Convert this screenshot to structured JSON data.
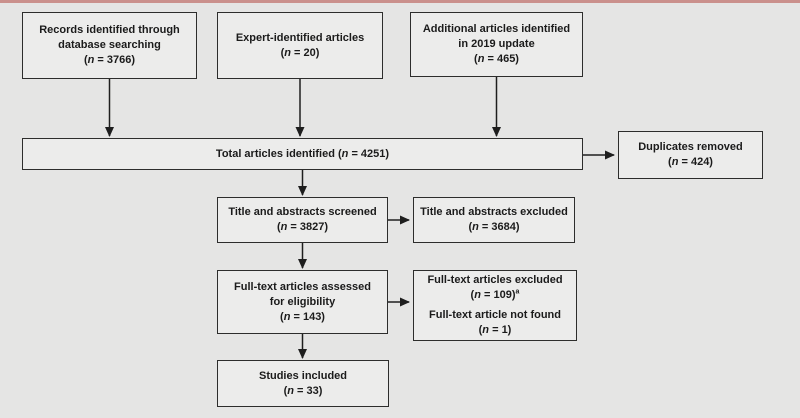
{
  "page": {
    "background_color": "#e5e5e4",
    "accent_bar_color": "#ca908c",
    "box_fill_color": "#ececeb",
    "box_border_color": "#2d2d2c",
    "arrow_color": "#1e1e1e"
  },
  "diagram": {
    "boxes": {
      "records": {
        "lines": [
          "Records identified through",
          "database searching"
        ],
        "n": "(n = 3766)"
      },
      "expert": {
        "lines": [
          "Expert-identified articles"
        ],
        "n": "(n = 20)"
      },
      "update": {
        "lines": [
          "Additional articles identified",
          "in 2019 update"
        ],
        "n": "(n = 465)"
      },
      "total": {
        "label": "Total articles identified",
        "n": "(n = 4251)"
      },
      "duplicates": {
        "lines": [
          "Duplicates removed"
        ],
        "n": "(n = 424)"
      },
      "screened": {
        "lines": [
          "Title and abstracts screened"
        ],
        "n": "(n = 3827)"
      },
      "title_excluded": {
        "lines": [
          "Title and abstracts excluded"
        ],
        "n": "(n = 3684)"
      },
      "assessed": {
        "lines": [
          "Full-text articles assessed",
          "for eligibility"
        ],
        "n": "(n = 143)"
      },
      "fulltext_excluded": {
        "entries": [
          {
            "line": "Full-text articles excluded",
            "n": "(n = 109)",
            "footnote": "a"
          },
          {
            "line": "Full-text article not found",
            "n": "(n = 1)"
          }
        ]
      },
      "included": {
        "lines": [
          "Studies included"
        ],
        "n": "(n = 33)"
      }
    }
  }
}
